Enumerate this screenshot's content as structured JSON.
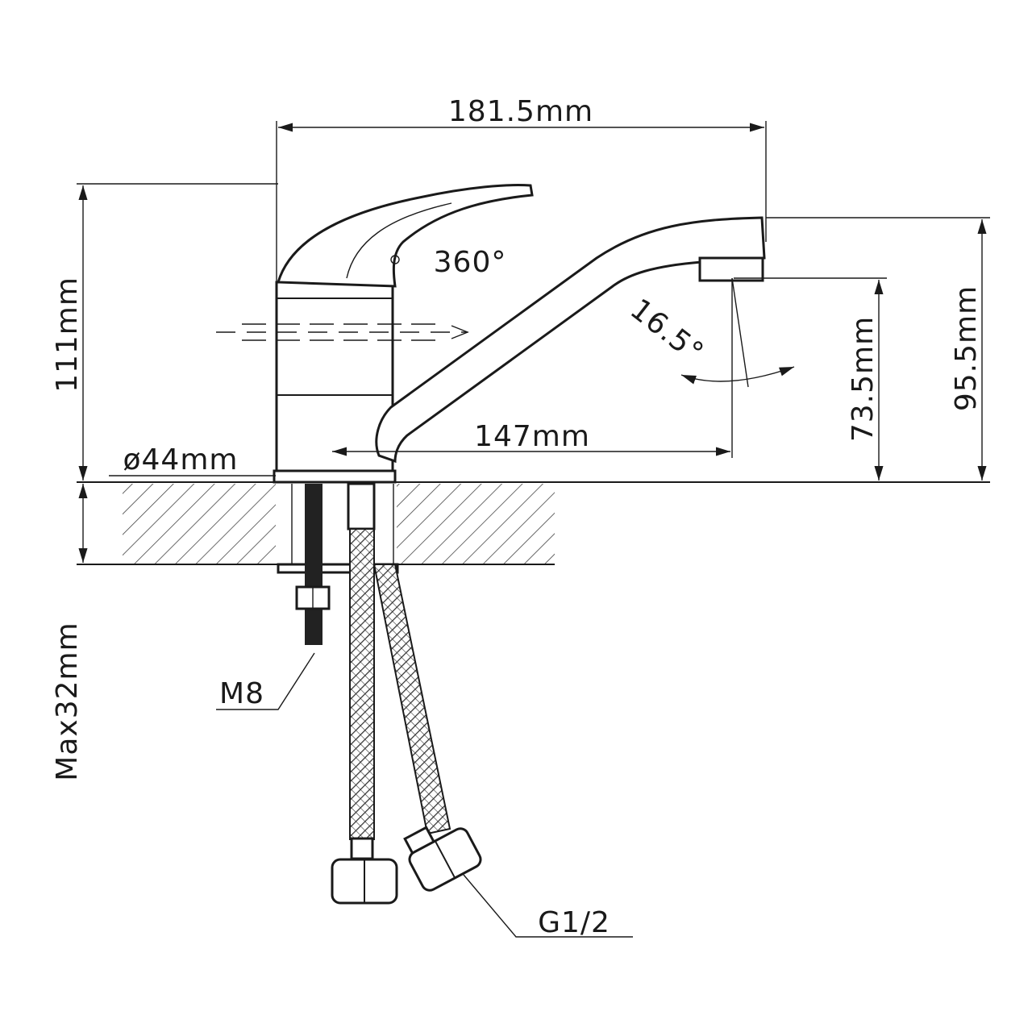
{
  "diagram": {
    "title": "Single-lever kitchen faucet dimension drawing",
    "labels": {
      "overall_length": "181.5mm",
      "total_height": "111mm",
      "lever_rotation": "360°",
      "spout_angle": "16.5°",
      "spout_outlet_height": "73.5mm",
      "spout_top_height": "95.5mm",
      "spout_reach": "147mm",
      "base_diameter": "ø44mm",
      "mount_bolt": "M8",
      "max_countertop": "Max32mm",
      "hose_thread": "G1/2"
    },
    "colors": {
      "line": "#1a1a1a",
      "background": "#ffffff"
    }
  }
}
